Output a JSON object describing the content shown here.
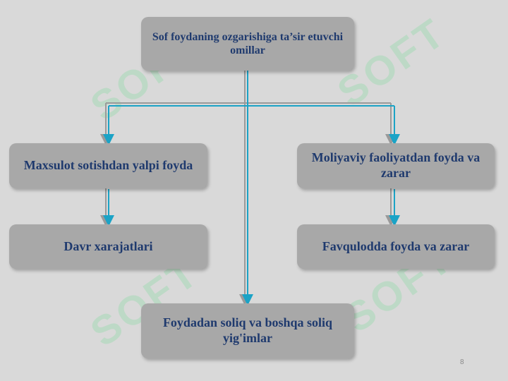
{
  "watermark": {
    "text": "SOFT"
  },
  "nodes": {
    "root": "Sof foydaning ozgarishiga ta’sir etuvchi omillar",
    "left_top": "Maxsulot sotishdan yalpi foyda",
    "right_top": "Moliyaviy faoliyatdan foyda va zarar",
    "left_bottom": "Davr xarajatlari",
    "right_bottom": "Favqulodda foyda va zarar",
    "bottom": "Foydadan soliq va boshqa soliq yig'imlar"
  },
  "page_number": "8",
  "colors": {
    "box_fill": "#a8a8a8",
    "text": "#1f3a6e",
    "connector_gray": "#9a9a9a",
    "connector_cyan": "#1ba3c6",
    "watermark": "#78dc96"
  }
}
